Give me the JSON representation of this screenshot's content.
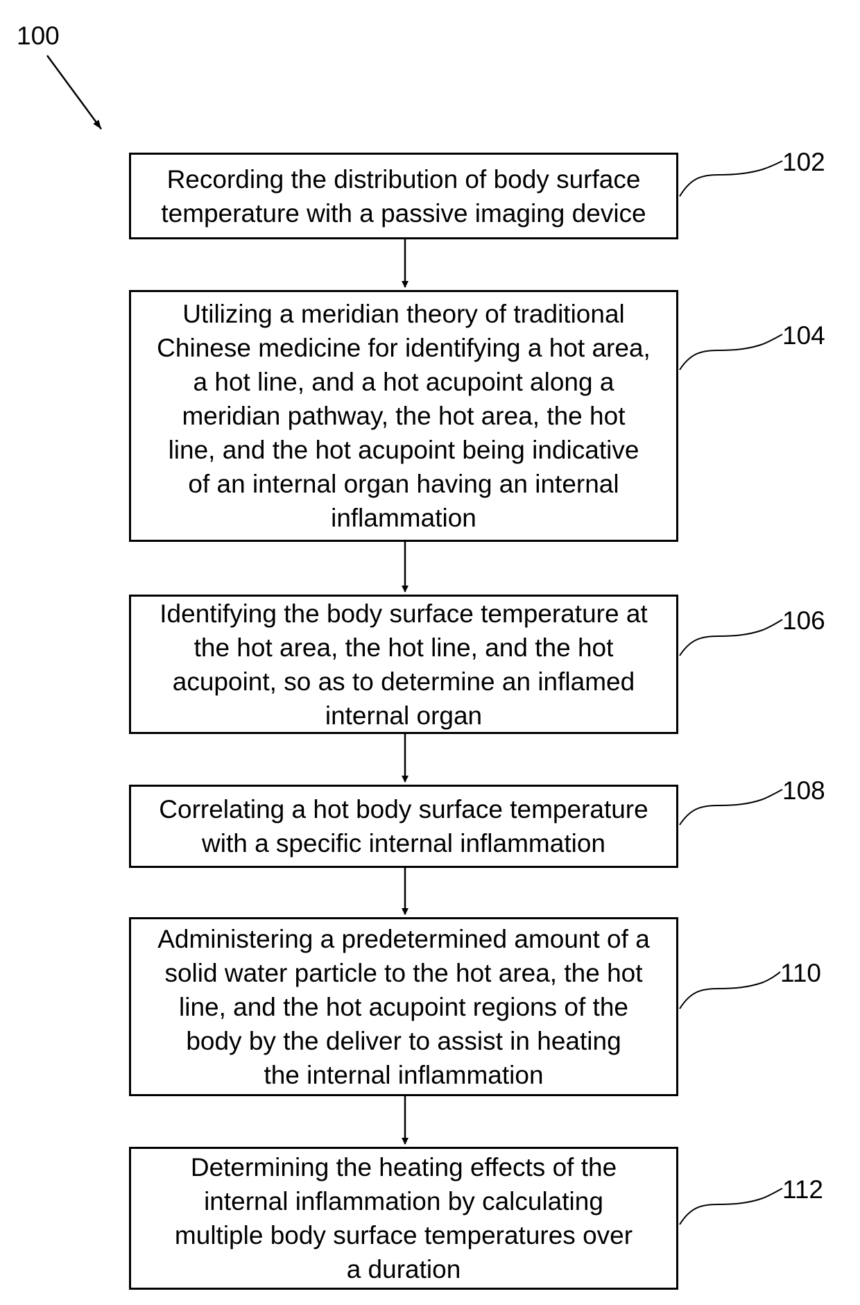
{
  "figure_label": "100",
  "steps": [
    {
      "ref": "102",
      "text": "Recording the distribution of body surface\ntemperature with a passive imaging device"
    },
    {
      "ref": "104",
      "text": "Utilizing a meridian theory of traditional\nChinese medicine for identifying a hot area,\na hot line, and a hot acupoint along a\nmeridian pathway, the hot area, the hot\nline, and the hot acupoint being indicative\nof an internal organ having an internal\ninflammation"
    },
    {
      "ref": "106",
      "text": "Identifying the body surface temperature at\nthe hot area, the hot line, and the hot\nacupoint, so as to determine an inflamed\ninternal organ"
    },
    {
      "ref": "108",
      "text": "Correlating a hot body surface temperature\nwith a specific internal inflammation"
    },
    {
      "ref": "110",
      "text": "Administering a predetermined amount of a\nsolid water particle to the hot area, the hot\nline, and the hot acupoint regions of the\nbody by the deliver to assist in heating\nthe internal inflammation"
    },
    {
      "ref": "112",
      "text": "Determining the heating effects of the\ninternal inflammation by calculating\nmultiple body surface temperatures over\na duration"
    }
  ]
}
